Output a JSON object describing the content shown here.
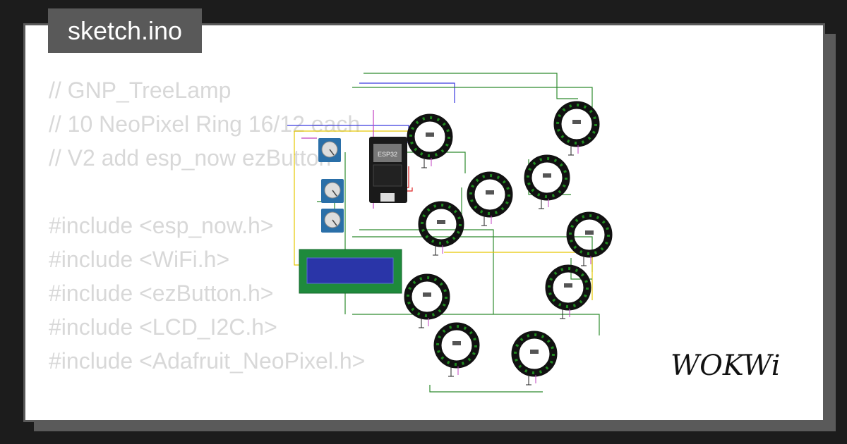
{
  "file_tab": {
    "label": "sketch.ino"
  },
  "code_lines": [
    "// GNP_TreeLamp",
    "// 10 NeoPixel Ring 16/12 each",
    "// V2 add esp_now ezButton",
    "",
    "#include <esp_now.h>",
    "#include <WiFi.h>",
    "#include <ezButton.h>",
    "#include <LCD_I2C.h>",
    "#include <Adafruit_NeoPixel.h>"
  ],
  "diagram": {
    "mcu_label": "ESP32",
    "ring_count": 10,
    "potentiometer_count": 3,
    "components": [
      "esp32-board",
      "lcd-1602-i2c",
      "potentiometer",
      "neopixel-ring"
    ]
  },
  "logo": {
    "text": "WOKWi"
  },
  "colors": {
    "background": "#1c1c1c",
    "card": "#ffffff",
    "card_border": "#5a5a5a",
    "tab": "#595959",
    "code_text": "#d8d8d8",
    "wire_green": "#2e8b2e",
    "wire_blue": "#3a3adf",
    "wire_red": "#d22",
    "wire_yellow": "#e6c800",
    "wire_magenta": "#c040c0",
    "ring_body": "#111111",
    "ring_led": "#1f8a1f",
    "lcd_pcb": "#1e8a3c",
    "lcd_screen": "#2a35a8",
    "pot_body": "#2a6fa8"
  }
}
